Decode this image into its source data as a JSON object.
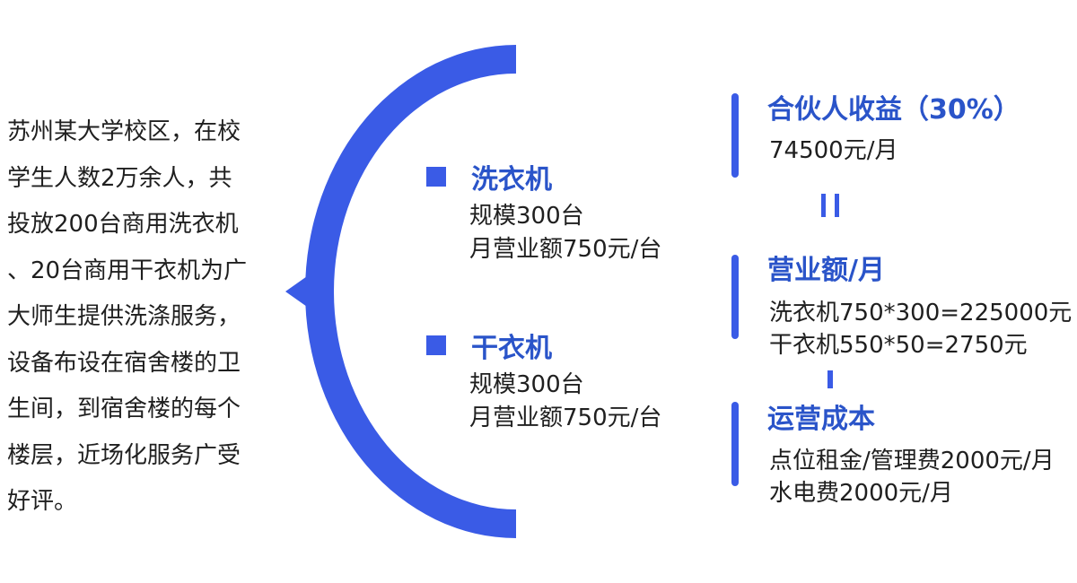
{
  "intro": {
    "text": "苏州某大学校区，在校\n学生人数2万余人，共\n投放200台商用洗衣机\n、20台商用干衣机为广\n大师生提供洗涤服务，\n设备布设在宿舍楼的卫\n生间，到宿舍楼的每个\n楼层，近场化服务广受\n好评。"
  },
  "machines": [
    {
      "title": "洗衣机",
      "scale": "规模300台",
      "revenue": "月营业额750元/台"
    },
    {
      "title": "干衣机",
      "scale": "规模300台",
      "revenue": "月营业额750元/台"
    }
  ],
  "partner": {
    "title": "合伙人收益（30%）",
    "value": "74500元/月"
  },
  "revenue": {
    "title": "营业额/月",
    "line1": "洗衣机750*300=225000元",
    "line2": "干衣机550*50=2750元"
  },
  "cost": {
    "title": "运营成本",
    "line1": "点位租金/管理费2000元/月",
    "line2": "水电费2000元/月"
  },
  "colors": {
    "accent": "#3a5be6",
    "title_text": "#2a54c9",
    "body_text": "#1f1f1f"
  },
  "operators": {
    "equals": "=",
    "minus": "-"
  }
}
